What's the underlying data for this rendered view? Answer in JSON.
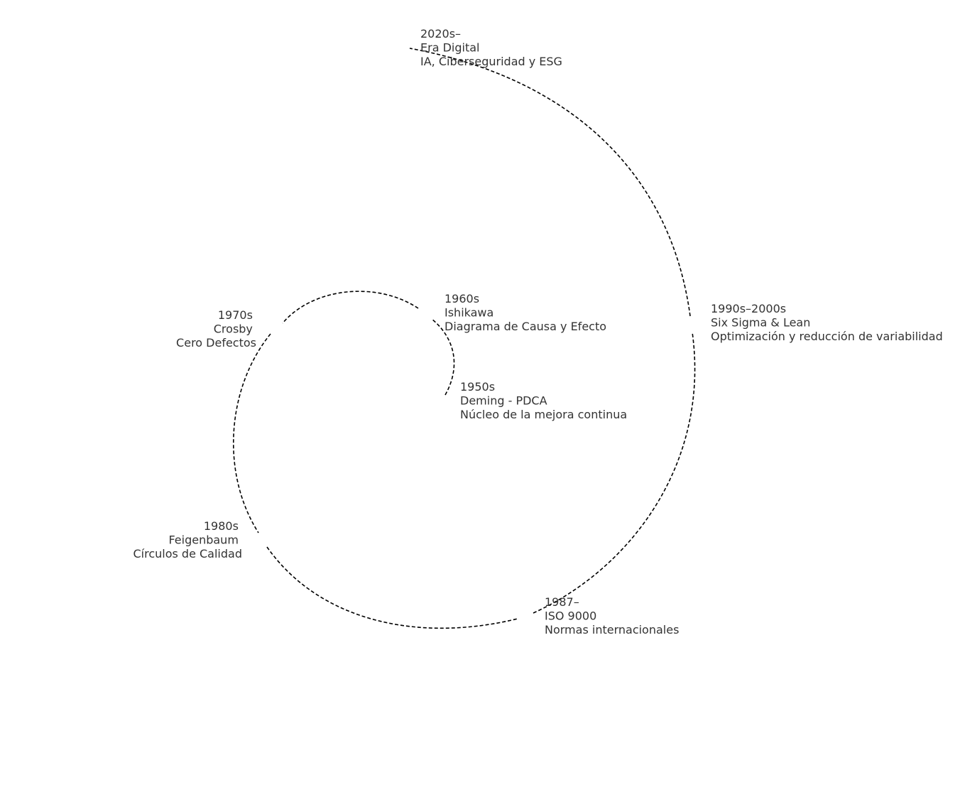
{
  "diagram": {
    "type": "spiral-timeline",
    "stroke_color": "#000000",
    "text_color": "#333333",
    "background": "#ffffff",
    "milestones": [
      {
        "id": "1950s",
        "lines": [
          "1950s",
          "Deming - PDCA",
          "Núcleo de la mejora continua"
        ]
      },
      {
        "id": "1960s",
        "lines": [
          "1960s",
          "Ishikawa",
          "Diagrama de Causa y Efecto"
        ]
      },
      {
        "id": "1970s",
        "lines": [
          "1970s",
          "Crosby",
          "Cero Defectos"
        ]
      },
      {
        "id": "1980s",
        "lines": [
          "1980s",
          "Feigenbaum",
          "Círculos de Calidad"
        ]
      },
      {
        "id": "1987",
        "lines": [
          "1987–",
          "ISO 9000",
          "Normas internacionales"
        ]
      },
      {
        "id": "1990s-2000s",
        "lines": [
          "1990s–2000s",
          "Six Sigma & Lean",
          "Optimización y reducción de variabilidad"
        ]
      },
      {
        "id": "2020s",
        "lines": [
          "2020s–",
          "Era Digital",
          "IA, Ciberseguridad y ESG"
        ]
      }
    ]
  }
}
